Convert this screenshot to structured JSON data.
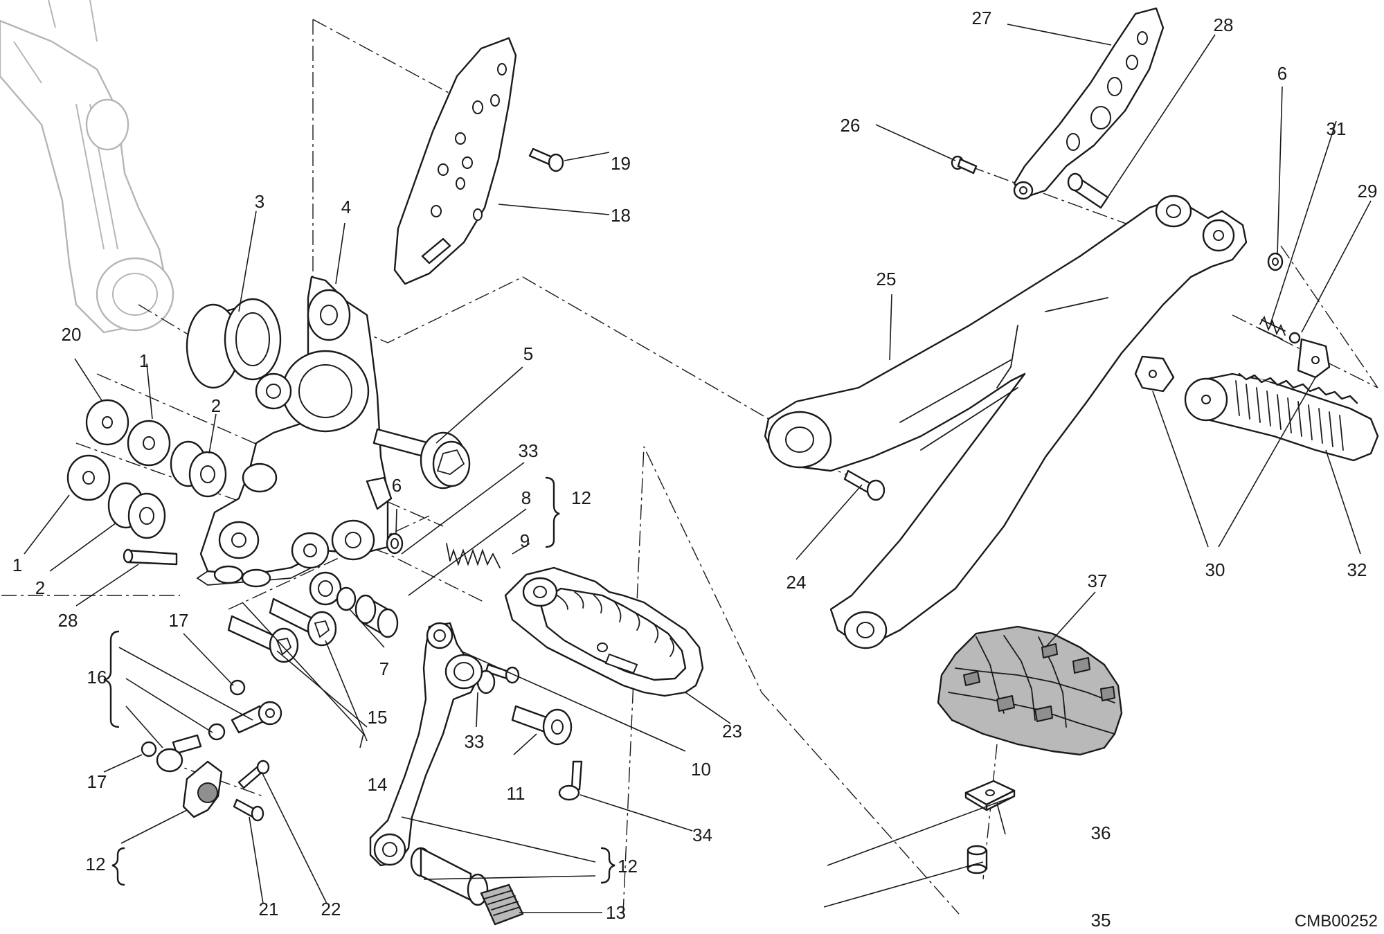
{
  "diagram": {
    "code": "CMB00252",
    "labels": {
      "l1a": "1",
      "l1b": "1",
      "l2a": "2",
      "l2b": "2",
      "l3": "3",
      "l4": "4",
      "l5": "5",
      "l6a": "6",
      "l6b": "6",
      "l7": "7",
      "l8": "8",
      "l9": "9",
      "l10": "10",
      "l11": "11",
      "l12a": "12",
      "l12b": "12",
      "l12c": "12",
      "l13": "13",
      "l14": "14",
      "l15": "15",
      "l16": "16",
      "l17a": "17",
      "l17b": "17",
      "l18": "18",
      "l19": "19",
      "l20": "20",
      "l21": "21",
      "l22": "22",
      "l23": "23",
      "l24": "24",
      "l25": "25",
      "l26": "26",
      "l27": "27",
      "l28a": "28",
      "l28b": "28",
      "l29": "29",
      "l30": "30",
      "l31": "31",
      "l32": "32",
      "l33a": "33",
      "l33b": "33",
      "l34": "34",
      "l35": "35",
      "l36": "36",
      "l37": "37"
    }
  }
}
